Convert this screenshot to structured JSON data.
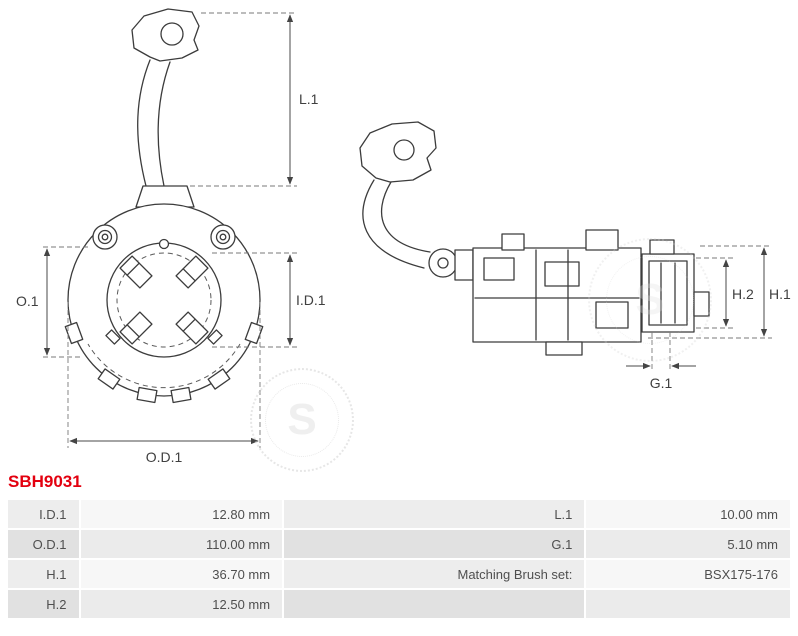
{
  "part_number": "SBH9031",
  "colors": {
    "part_number_red": "#e3000f",
    "drawing_line": "#3c3c3c"
  },
  "watermark": {
    "glyph": "S"
  },
  "diagram": {
    "labels": {
      "l1": "L.1",
      "o1": "O.1",
      "id1": "I.D.1",
      "od1": "O.D.1",
      "h2": "H.2",
      "h1": "H.1",
      "g1": "G.1"
    }
  },
  "spec_table": {
    "rows": [
      {
        "label1": "I.D.1",
        "value1": "12.80 mm",
        "label2": "L.1",
        "value2": "10.00 mm"
      },
      {
        "label1": "O.D.1",
        "value1": "110.00 mm",
        "label2": "G.1",
        "value2": "5.10 mm"
      },
      {
        "label1": "H.1",
        "value1": "36.70 mm",
        "label2": "Matching Brush set:",
        "value2": "BSX175-176"
      },
      {
        "label1": "H.2",
        "value1": "12.50 mm",
        "label2": "",
        "value2": ""
      }
    ]
  }
}
